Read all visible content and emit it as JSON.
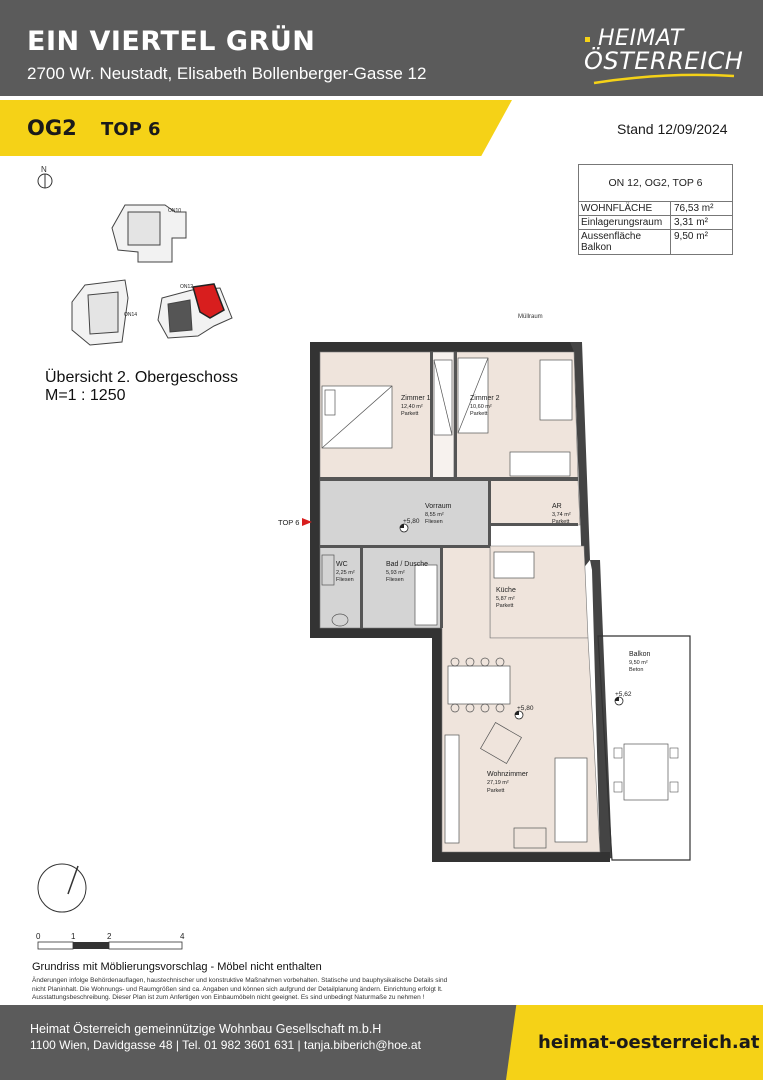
{
  "header": {
    "title": "EIN VIERTEL GRÜN",
    "address": "2700 Wr. Neustadt, Elisabeth Bollenberger-Gasse 12",
    "logo_line1": "HEIMAT",
    "logo_line2": "ÖSTERREICH"
  },
  "banner": {
    "level": "OG2",
    "unit": "TOP 6",
    "stand": "Stand 12/09/2024"
  },
  "area_table": {
    "caption": "ON 12, OG2, TOP 6",
    "rows": [
      {
        "label": "WOHNFLÄCHE",
        "value": "76,53 m²"
      },
      {
        "label": "Einlagerungsraum",
        "value": "3,31 m²"
      },
      {
        "label": "Aussenfläche Balkon",
        "value": "9,50 m²"
      }
    ]
  },
  "overview": {
    "line1": "Übersicht 2. Obergeschoss",
    "line2": "M=1 : 1250",
    "north": "N",
    "buildings": [
      "ON10",
      "ON12",
      "ON14"
    ]
  },
  "plan": {
    "label_muellraum": "Müllraum",
    "entry_label": "TOP 6",
    "rooms": [
      {
        "name": "Zimmer 1",
        "area": "12,40 m²",
        "floor": "Parkett"
      },
      {
        "name": "Zimmer 2",
        "area": "10,60 m²",
        "floor": "Parkett"
      },
      {
        "name": "Vorraum",
        "area": "8,55 m²",
        "floor": "Fliesen"
      },
      {
        "name": "AR",
        "area": "3,74 m²",
        "floor": "Parkett"
      },
      {
        "name": "WC",
        "area": "2,25 m²",
        "floor": "Fliesen"
      },
      {
        "name": "Bad / Dusche",
        "area": "5,93 m²",
        "floor": "Fliesen"
      },
      {
        "name": "Küche",
        "area": "5,87 m²",
        "floor": "Parkett"
      },
      {
        "name": "Wohnzimmer",
        "area": "27,19 m²",
        "floor": "Parkett"
      },
      {
        "name": "Balkon",
        "area": "9,50 m²",
        "floor": "Beton"
      }
    ],
    "heights": [
      "+5,80",
      "+5,80",
      "+5,62"
    ],
    "scale_ticks": [
      "0",
      "1",
      "2",
      "4"
    ]
  },
  "footer": {
    "note_title": "Grundriss mit Möblierungsvorschlag - Möbel nicht enthalten",
    "note": "Änderungen infolge Behördenauflagen, haustechnischer und konstruktive Maßnahmen vorbehalten. Statische und bauphysikalische Details sind nicht Planinhalt. Die Wohnungs- und Raumgrößen sind ca. Angaben und können sich aufgrund der Detailplanung ändern. Einrichtung erfolgt lt. Ausstattungsbeschreibung. Dieser Plan ist zum Anfertigen von Einbaumöbeln nicht geeignet. Es sind unbedingt Naturmaße zu nehmen !",
    "company": "Heimat Österreich gemeinnützige Wohnbau Gesellschaft m.b.H",
    "contact": "1100 Wien, Davidgasse 48 | Tel. 01 982 3601 631 | tanja.biberich@hoe.at",
    "url": "heimat-oesterreich.at"
  },
  "colors": {
    "header_gray": "#5b5b5b",
    "accent_yellow": "#f5d217",
    "room_beige": "#efe4dc",
    "wet_gray": "#d4d4d4",
    "highlight_red": "#d81e1e"
  }
}
